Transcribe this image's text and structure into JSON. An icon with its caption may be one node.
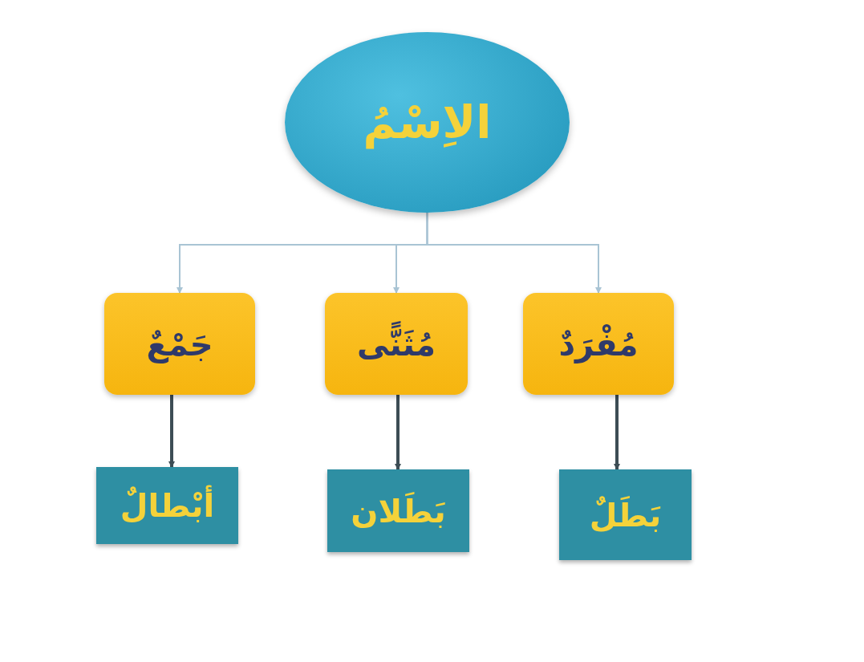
{
  "diagram": {
    "nodes": [
      {
        "text": [
          "الاِسْمُ"
        ]
      },
      {
        "text": [
          "مُفْرَدٌ"
        ]
      },
      {
        "text": [
          "مُثَنًّى"
        ]
      },
      {
        "text": [
          "جَمْعٌ"
        ]
      },
      {
        "text": [
          "بَطَلٌ"
        ]
      },
      {
        "text": [
          "بَطَلان"
        ]
      },
      {
        "text": [
          "أبْطالٌ"
        ]
      }
    ],
    "edges": [
      {
        "from": 0,
        "to": 1,
        "arrow": "to"
      },
      {
        "from": 0,
        "to": 2,
        "arrow": "to"
      },
      {
        "from": 0,
        "to": 3,
        "arrow": "to"
      },
      {
        "from": 1,
        "to": 4,
        "arrow": "to",
        "style": "thick",
        "color": "#3d4d55"
      },
      {
        "from": 2,
        "to": 5,
        "arrow": "to",
        "style": "thick",
        "color": "#3d4d55"
      },
      {
        "from": 3,
        "to": 6,
        "arrow": "to",
        "style": "thick",
        "color": "#3d4d55"
      }
    ]
  }
}
